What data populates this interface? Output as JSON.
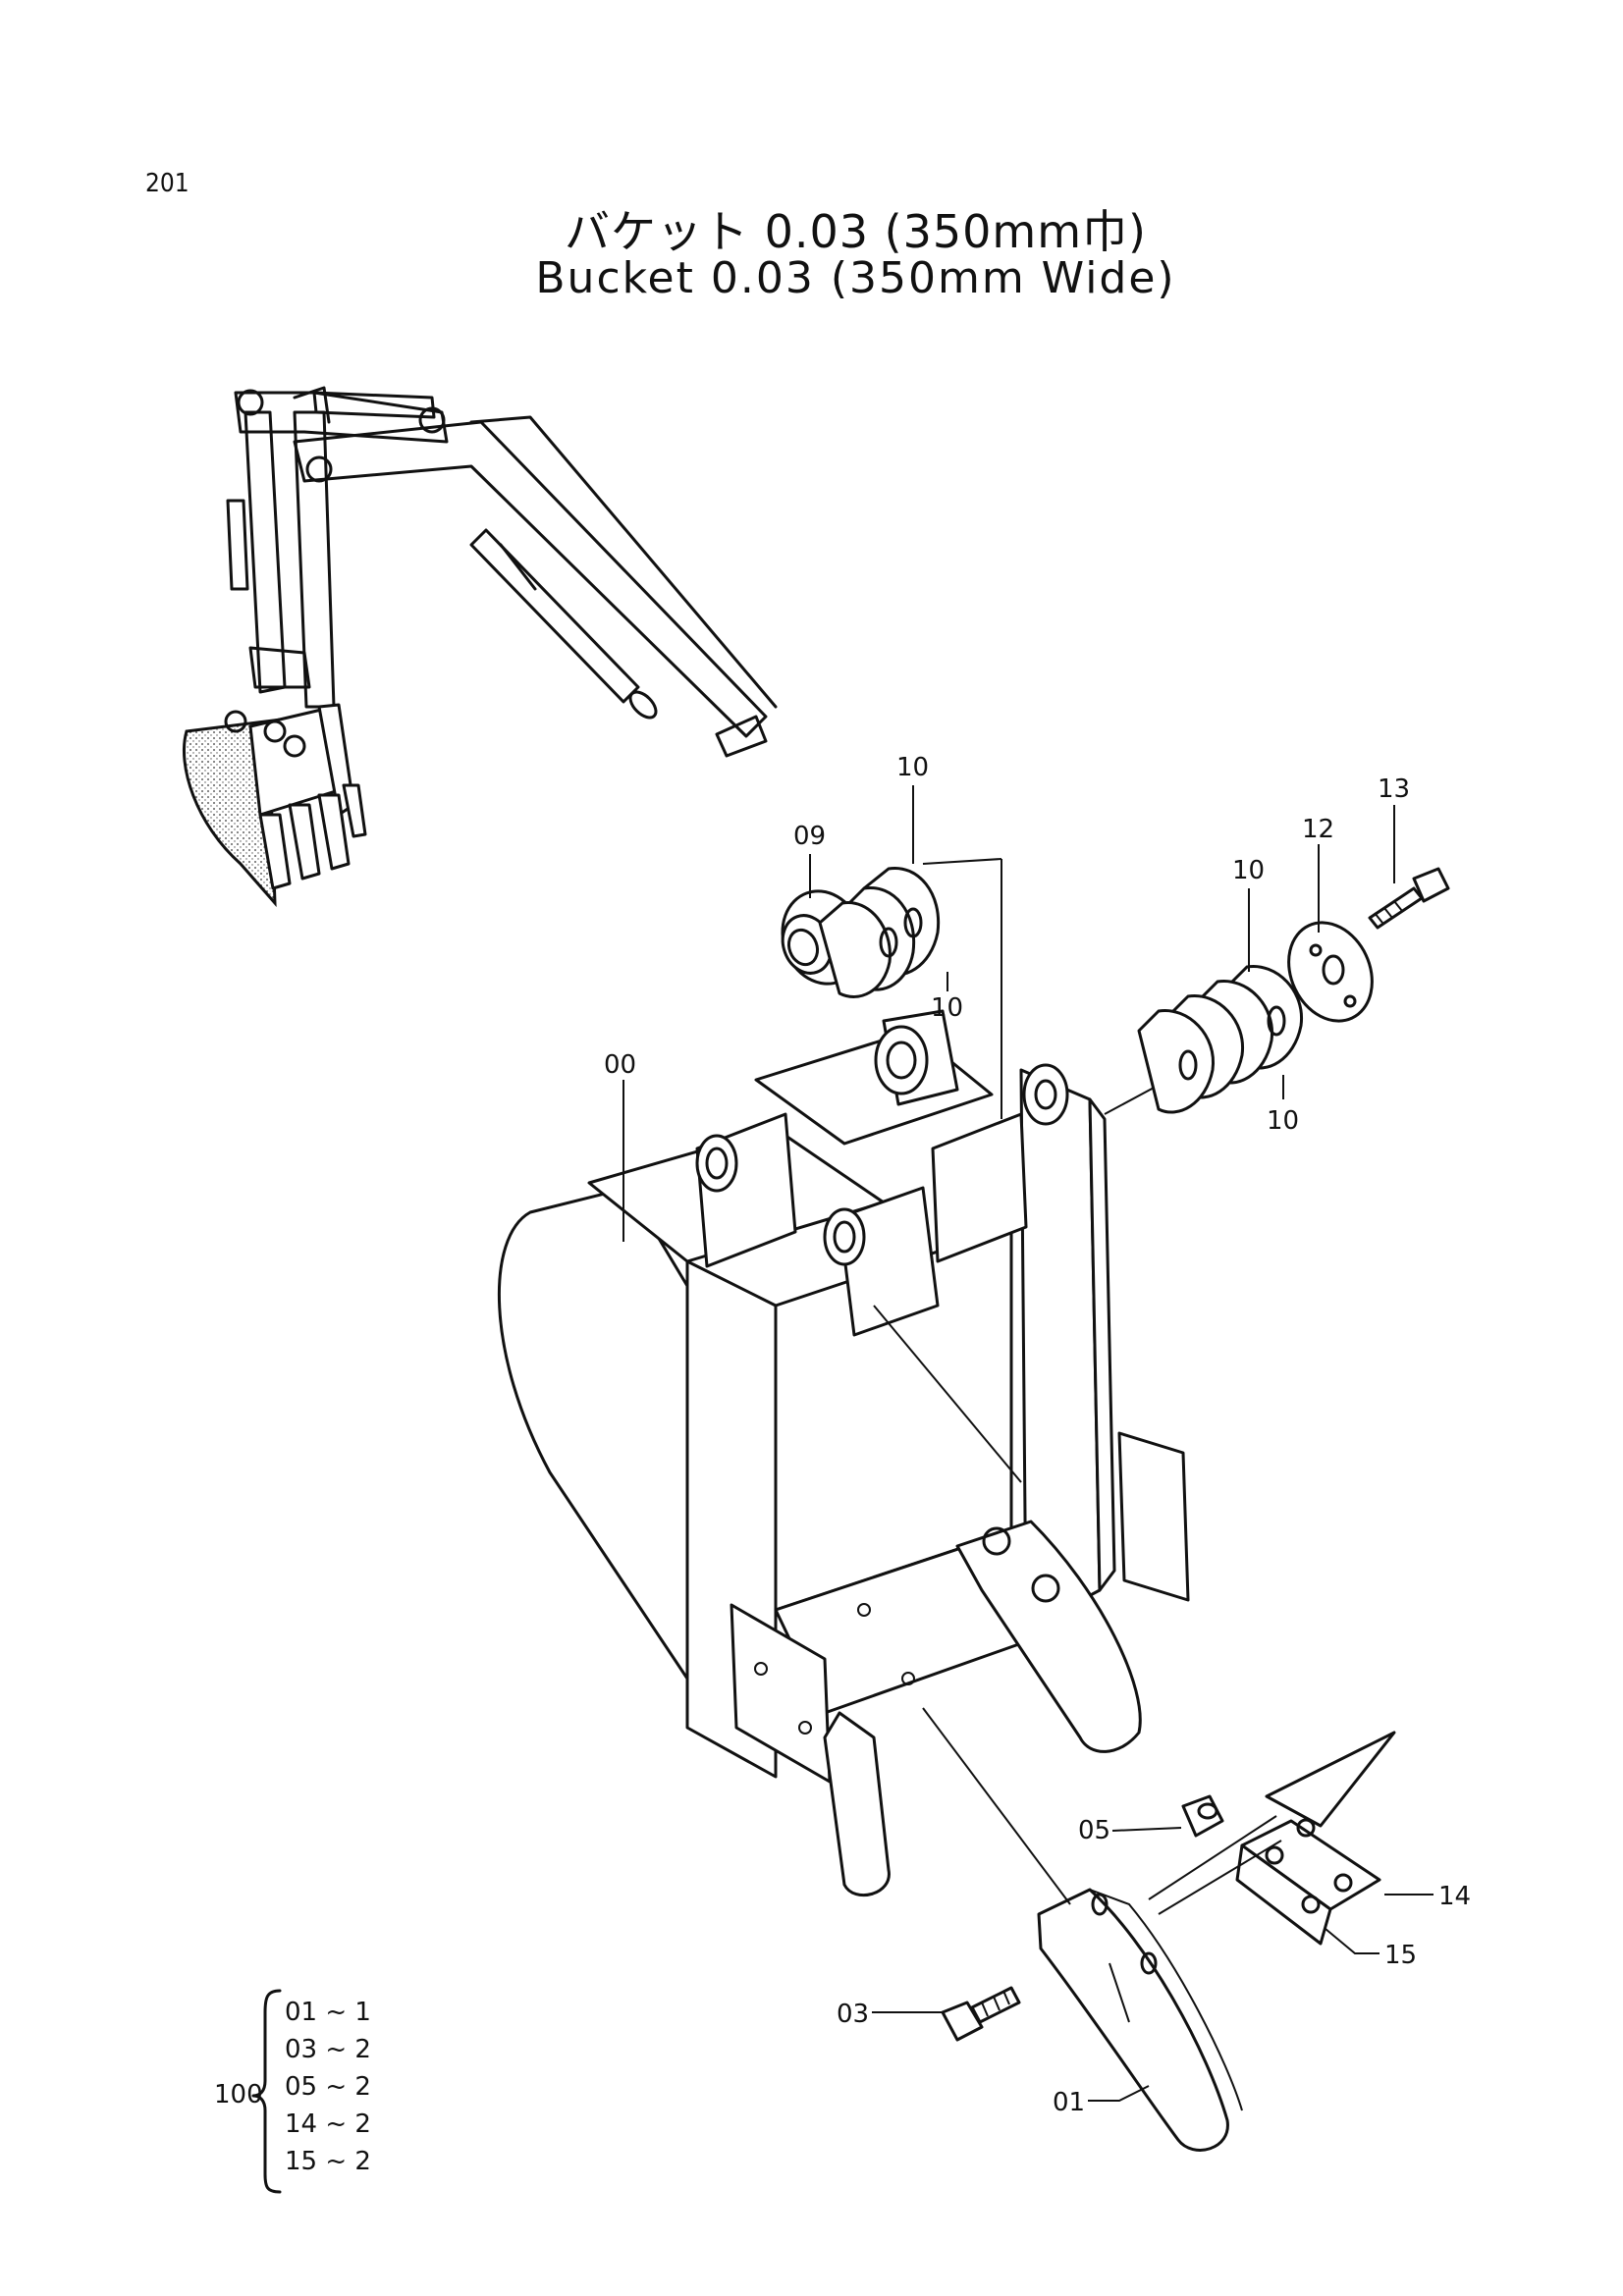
{
  "page_number": "201",
  "title_jp": "バケット 0.03 (350mm巾)",
  "title_en": "Bucket 0.03 (350mm Wide)",
  "callouts": [
    {
      "id": "00",
      "label": "00"
    },
    {
      "id": "09",
      "label": "09"
    },
    {
      "id": "10a",
      "label": "10"
    },
    {
      "id": "10b",
      "label": "10"
    },
    {
      "id": "10c",
      "label": "10"
    },
    {
      "id": "10d",
      "label": "10"
    },
    {
      "id": "12",
      "label": "12"
    },
    {
      "id": "13",
      "label": "13"
    },
    {
      "id": "05",
      "label": "05"
    },
    {
      "id": "14",
      "label": "14"
    },
    {
      "id": "15",
      "label": "15"
    },
    {
      "id": "03",
      "label": "03"
    },
    {
      "id": "01",
      "label": "01"
    }
  ],
  "kit": {
    "label": "100",
    "items": [
      "01 ~ 1",
      "03 ~ 2",
      "05 ~ 2",
      "14 ~ 2",
      "15 ~ 2"
    ]
  }
}
